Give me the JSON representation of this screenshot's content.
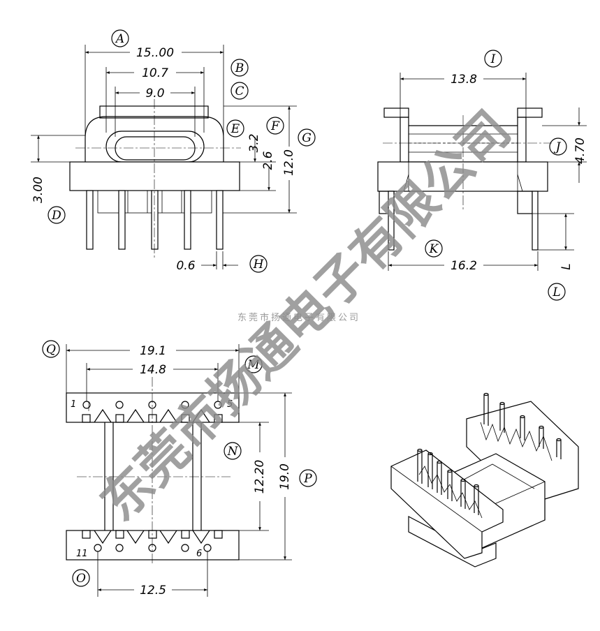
{
  "watermark": {
    "main": "东莞市扬通电子有限公司",
    "small": "东莞市扬通电子有限公司"
  },
  "callouts": [
    "A",
    "B",
    "C",
    "D",
    "E",
    "F",
    "G",
    "H",
    "I",
    "J",
    "K",
    "L",
    "M",
    "N",
    "O",
    "P",
    "Q"
  ],
  "front_view": {
    "dim_a": "15..00",
    "dim_b": "10.7",
    "dim_c": "9.0",
    "dim_d": "3.00",
    "dim_e": "3.2",
    "dim_f": "2.6",
    "dim_g": "12.0",
    "dim_h": "0.6"
  },
  "side_view": {
    "dim_i": "13.8",
    "dim_j": "4.70",
    "dim_k": "16.2",
    "dim_l": "L"
  },
  "bottom_view": {
    "dim_q": "19.1",
    "dim_m": "14.8",
    "dim_n": "12.20",
    "dim_p": "19.0",
    "dim_o": "12.5",
    "pin_1": "1",
    "pin_5": "5",
    "pin_11": "11",
    "pin_6": "6"
  }
}
